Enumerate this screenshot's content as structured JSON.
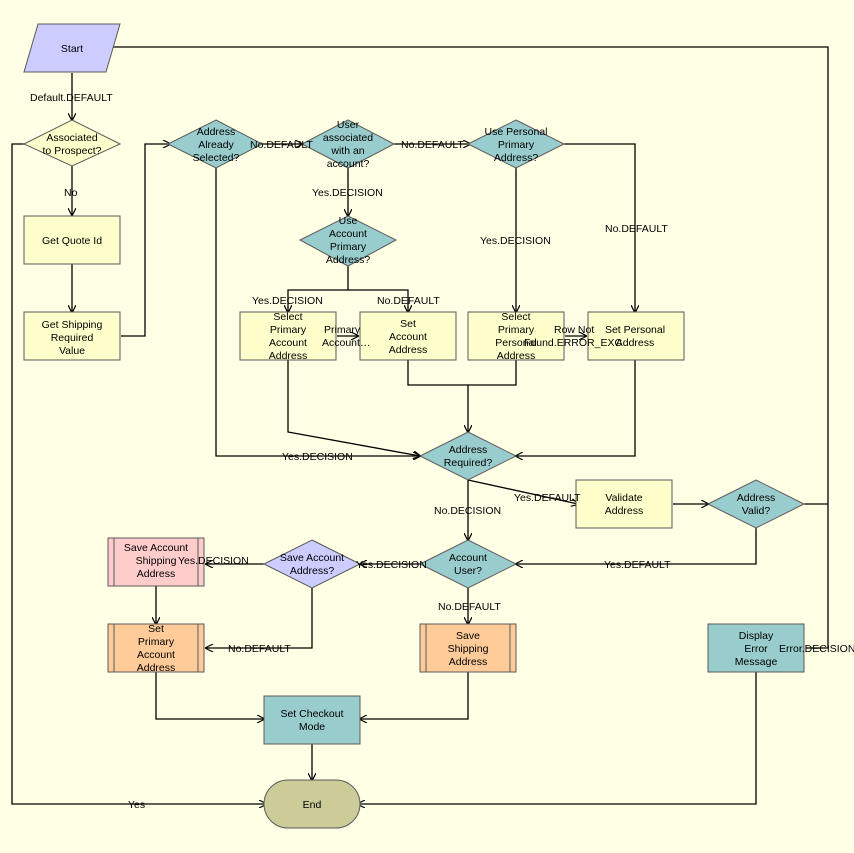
{
  "diagram": {
    "nodes": {
      "start": [
        "Start"
      ],
      "associated_to_prospect": [
        "Associated",
        "to Prospect?"
      ],
      "get_quote_id": [
        "Get Quote Id"
      ],
      "get_shipping_required": [
        "Get Shipping",
        "Required",
        "Value"
      ],
      "address_already_selected": [
        "Address",
        "Already",
        "Selected?"
      ],
      "user_associated_with_account": [
        "User",
        "associated",
        "with an",
        "account?"
      ],
      "use_personal_primary": [
        "Use Personal",
        "Primary",
        "Address?"
      ],
      "use_account_primary": [
        "Use",
        "Account",
        "Primary",
        "Address?"
      ],
      "select_primary_account_address": [
        "Select",
        "Primary",
        "Account",
        "Address"
      ],
      "set_account_address": [
        "Set",
        "Account",
        "Address"
      ],
      "select_primary_personal_address": [
        "Select",
        "Primary",
        "Personal",
        "Address"
      ],
      "set_personal_address": [
        "Set Personal",
        "Address"
      ],
      "address_required": [
        "Address",
        "Required?"
      ],
      "validate_address": [
        "Validate",
        "Address"
      ],
      "address_valid": [
        "Address",
        "Valid?"
      ],
      "account_user": [
        "Account",
        "User?"
      ],
      "save_account_address": [
        "Save Account",
        "Address?"
      ],
      "save_account_shipping_address": [
        "Save Account",
        "Shipping",
        "Address"
      ],
      "set_primary_account_address": [
        "Set",
        "Primary",
        "Account",
        "Address"
      ],
      "save_shipping_address": [
        "Save",
        "Shipping",
        "Address"
      ],
      "display_error_message": [
        "Display",
        "Error",
        "Message"
      ],
      "set_checkout_mode": [
        "Set Checkout",
        "Mode"
      ],
      "end": [
        "End"
      ]
    },
    "edge_labels": {
      "start_default": "Default.DEFAULT",
      "prospect_no": "No",
      "prospect_yes": "Yes",
      "already_selected_no": "No.DEFAULT",
      "already_selected_yes": "Yes.DECISION",
      "user_assoc_no": "No.DEFAULT",
      "user_assoc_yes": "Yes.DECISION",
      "use_account_yes": "Yes.DECISION",
      "use_account_no": "No.DEFAULT",
      "primary_account_not_found": "Primary Account…",
      "use_personal_yes": "Yes.DECISION",
      "use_personal_no": "No.DEFAULT",
      "row_not_found_error": "Row Not Found.ERROR_EXC",
      "address_required_yes": "Yes.DEFAULT",
      "address_required_no": "No.DECISION",
      "address_valid_yes": "Yes.DEFAULT",
      "account_user_yes": "Yes.DECISION",
      "account_user_no": "No.DEFAULT",
      "save_account_yes": "Yes.DECISION",
      "save_account_no": "No.DEFAULT",
      "error_decision": "Error.DECISION"
    }
  },
  "colors": {
    "background": "#FFFFE6",
    "start_node": "#CCCCFF",
    "decision_yellow": "#FFFFCC",
    "decision_teal": "#99CCCC",
    "decision_lavender": "#CCCCFF",
    "task_yellow": "#FFFFCC",
    "subprocess_pink": "#FFCCCC",
    "subprocess_orange": "#FFCC99",
    "task_teal": "#99CCCC",
    "end_node": "#CCCC99",
    "line": "#000000"
  }
}
